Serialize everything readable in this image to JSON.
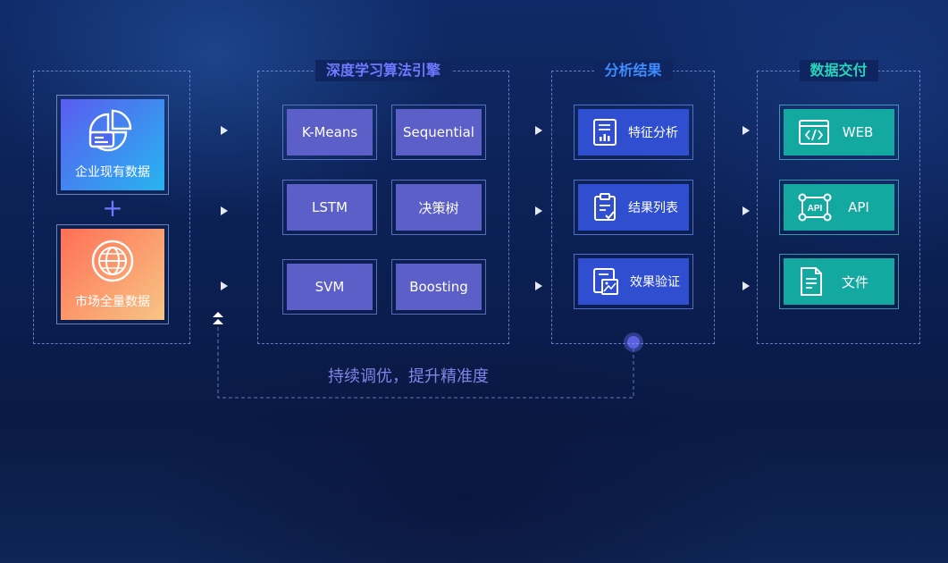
{
  "sources": [
    {
      "label": "企业现有数据",
      "icon": "pie-chart-icon",
      "gradient": [
        "#5a5cf0",
        "#27b5f0"
      ]
    },
    {
      "label": "市场全量数据",
      "icon": "globe-icon",
      "gradient": [
        "#ff6f55",
        "#f7c685"
      ]
    }
  ],
  "plus_sign": "+",
  "engine": {
    "title": "深度学习算法引擎",
    "algorithms": [
      "K-Means",
      "Sequential",
      "LSTM",
      "决策树",
      "SVM",
      "Boosting"
    ]
  },
  "results": {
    "title": "分析结果",
    "items": [
      {
        "label": "特征分析",
        "icon": "report-chart-icon"
      },
      {
        "label": "结果列表",
        "icon": "checklist-icon"
      },
      {
        "label": "效果验证",
        "icon": "image-document-icon"
      }
    ]
  },
  "delivery": {
    "title": "数据交付",
    "items": [
      {
        "label": "WEB",
        "icon": "web-code-icon"
      },
      {
        "label": "API",
        "icon": "api-icon"
      },
      {
        "label": "文件",
        "icon": "file-icon"
      }
    ]
  },
  "feedback": {
    "text": "持续调优，提升精准度"
  },
  "colors": {
    "engine_title": "#6f79ff",
    "results_title": "#3f8cff",
    "delivery_title": "#27d4b8",
    "algo_card": "#5b5fc7",
    "result_card": "#2f4fd0",
    "delivery_card": "#13a8a0"
  }
}
